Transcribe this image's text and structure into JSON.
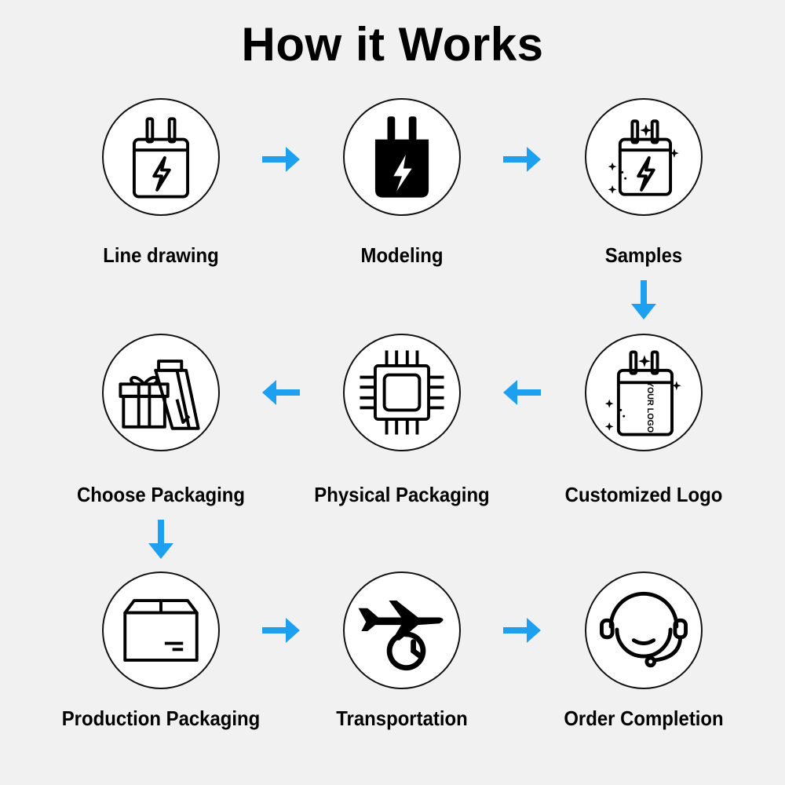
{
  "title": "How it Works",
  "accent_color": "#1ea0f0",
  "steps": [
    {
      "label": "Line drawing",
      "icon": "charger-outline-icon"
    },
    {
      "label": "Modeling",
      "icon": "charger-solid-icon"
    },
    {
      "label": "Samples",
      "icon": "charger-sparkle-icon"
    },
    {
      "label": "Customized Logo",
      "icon": "charger-logo-icon",
      "logo_text": "YOUR LOGO"
    },
    {
      "label": "Physical Packaging",
      "icon": "chip-icon"
    },
    {
      "label": "Choose Packaging",
      "icon": "gift-bag-icon"
    },
    {
      "label": "Production Packaging",
      "icon": "box-icon"
    },
    {
      "label": "Transportation",
      "icon": "airplane-clock-icon"
    },
    {
      "label": "Order Completion",
      "icon": "headset-icon"
    }
  ]
}
